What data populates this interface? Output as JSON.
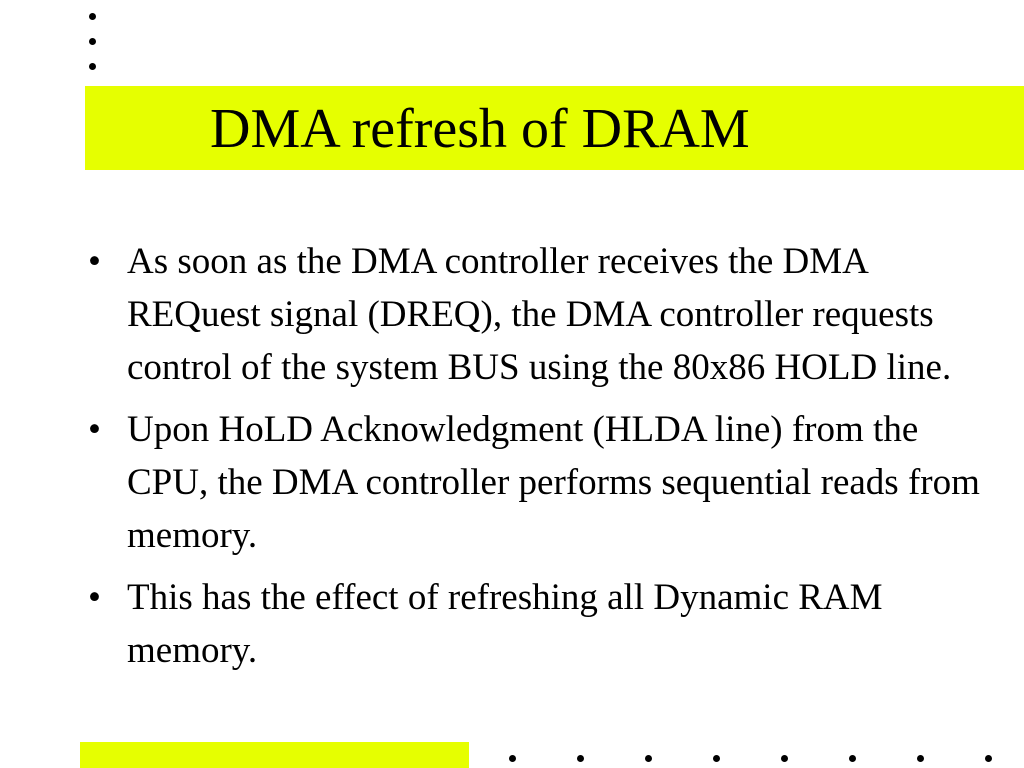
{
  "slide": {
    "title": "DMA refresh of DRAM",
    "bullet_symbol": "•",
    "bullets": [
      "As soon as the DMA controller receives the DMA REQuest signal (DREQ), the DMA controller requests control of the system BUS using the 80x86 HOLD line.",
      "Upon HoLD Acknowledgment (HLDA line) from the CPU, the DMA controller performs sequential reads from memory.",
      "This has the effect of refreshing all Dynamic RAM memory."
    ]
  },
  "colors": {
    "accent": "#e6ff00",
    "text": "#000000",
    "background": "#ffffff"
  }
}
